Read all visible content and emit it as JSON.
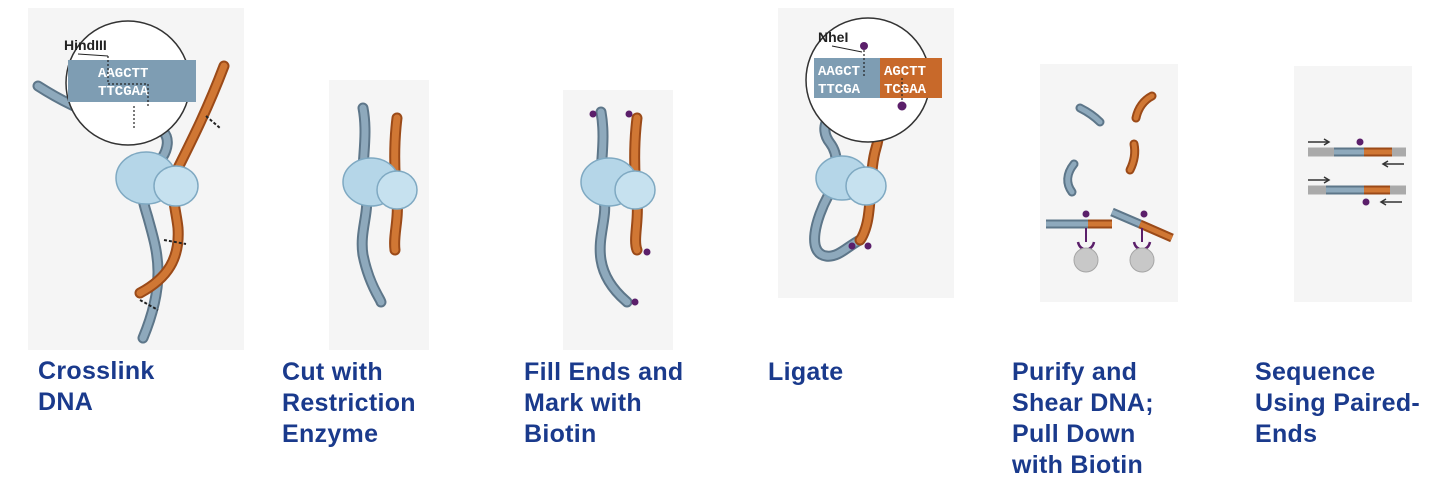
{
  "steps": [
    {
      "caption": "Crosslink\nDNA"
    },
    {
      "caption": "Cut with\nRestriction\nEnzyme"
    },
    {
      "caption": "Fill Ends and\nMark with\nBiotin"
    },
    {
      "caption": "Ligate"
    },
    {
      "caption": "Purify and\nShear DNA;\nPull Down\nwith Biotin"
    },
    {
      "caption": "Sequence\nUsing Paired-\nEnds"
    }
  ],
  "zoom1": {
    "enzyme": "HindIII",
    "top_seq": "AAGCTT",
    "bottom_seq": "TTCGAA"
  },
  "zoom4": {
    "enzyme": "NheI",
    "left_top": "AAGCT",
    "left_bottom": "TTCGA",
    "right_top": "AGCTT",
    "right_bottom": "TCGAA"
  },
  "colors": {
    "caption": "#1a3a8c",
    "dna_blue": "#7e9db3",
    "dna_orange": "#c8692a",
    "protein": "#b5d6e8",
    "biotin": "#5b1f6a",
    "bead": "#c8c8c8",
    "panel_bg": "#f5f5f5"
  }
}
